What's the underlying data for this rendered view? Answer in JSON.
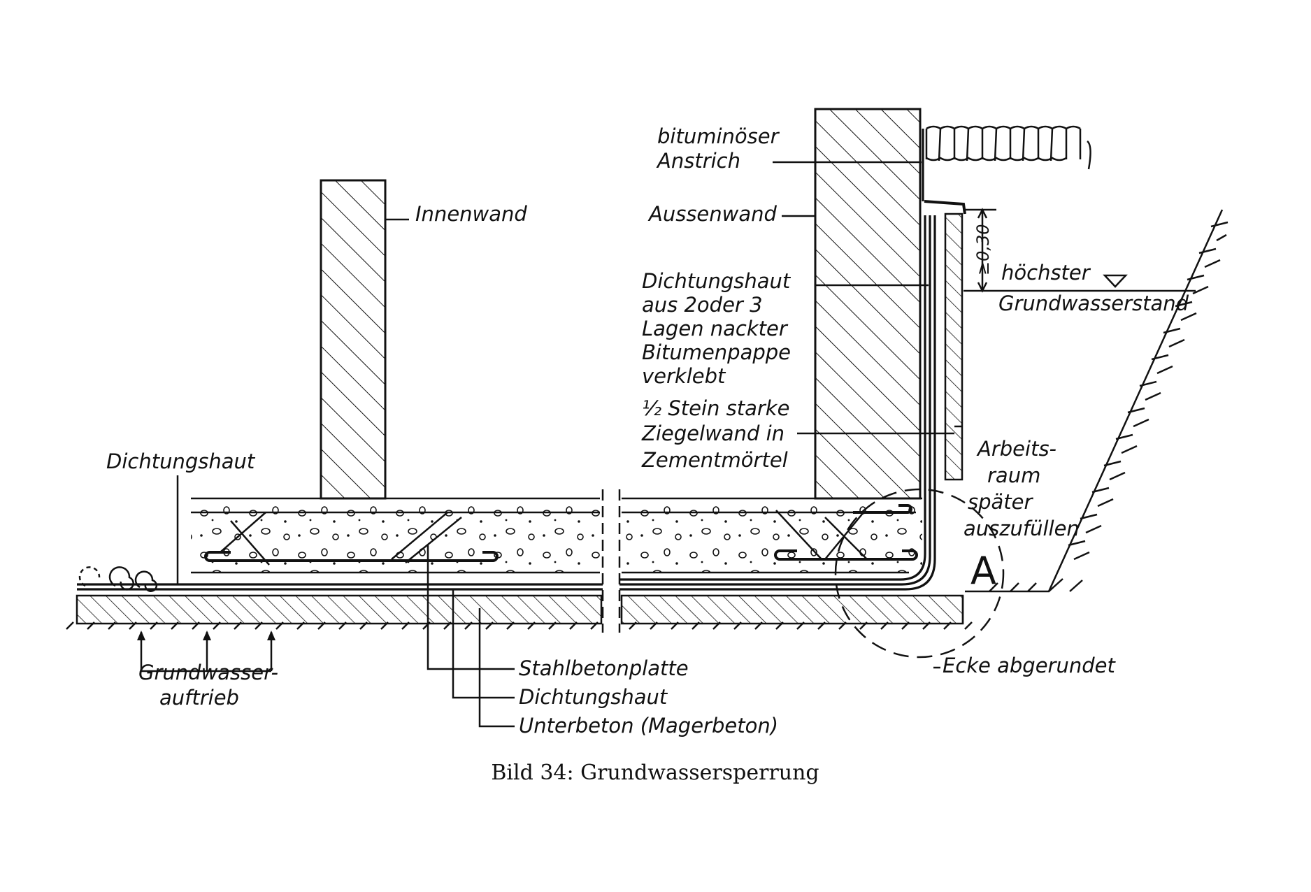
{
  "title": "",
  "caption": "Bild 34: Grundwassersperrung",
  "labels": {
    "innenwand": "Innenwand",
    "bituminoeser_anstrich": [
      "bituminöser",
      "Anstrich"
    ],
    "aussenwand": "Aussenwand",
    "dichtungshaut_wand": [
      "Dichtungshaut",
      "aus 2oder 3",
      "Lagen nackter",
      "Bitumenpappe",
      "verklebt"
    ],
    "ziegelwand": [
      "½ Stein starke",
      "Ziegelwand in",
      "Zementmörtel"
    ],
    "dichtungshaut_links": "Dichtungshaut",
    "dimension": "≥0,30",
    "grundwasserstand": [
      "höchster",
      "Grundwasserstand"
    ],
    "arbeitsraum": [
      "Arbeits-",
      "raum",
      "später",
      "auszufüllen"
    ],
    "detail_mark": "A",
    "grundwasserauftrieb": [
      "Grundwasser-",
      "auftrieb"
    ],
    "stahlbetonplatte": "Stahlbetonplatte",
    "dichtungshaut_unten": "Dichtungshaut",
    "unterbeton": "Unterbeton (Magerbeton)",
    "ecke": "Ecke abgerundet"
  }
}
